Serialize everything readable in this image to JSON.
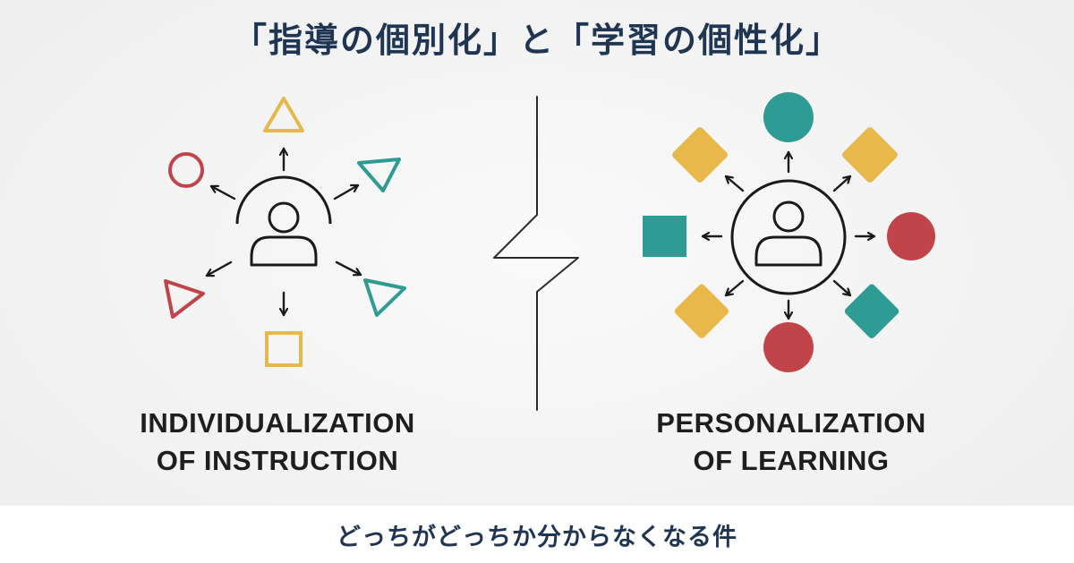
{
  "header": {
    "title": "「指導の個別化」と「学習の個性化」"
  },
  "left_panel": {
    "label_line1": "INDIVIDUALIZATION",
    "label_line2": "OF INSTRUCTION"
  },
  "right_panel": {
    "label_line1": "PERSONALIZATION",
    "label_line2": "OF LEARNING"
  },
  "footer": {
    "subtitle": "どっちがどっちか分からなくなる件"
  },
  "colors": {
    "teal": "#2e9b94",
    "yellow": "#e8b84a",
    "red": "#c0444a",
    "ink": "#1a1a1a",
    "navy": "#1f3552"
  },
  "icons": [
    "person-icon",
    "triangle-icon",
    "circle-icon",
    "square-icon",
    "diamond-icon",
    "arrow-icon",
    "divider-icon"
  ]
}
